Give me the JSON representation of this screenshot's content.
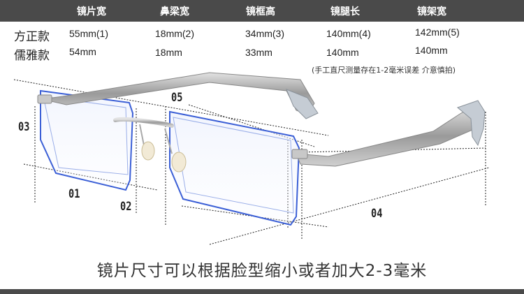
{
  "header": {
    "columns": [
      "镜片宽",
      "鼻梁宽",
      "镜框高",
      "镜腿长",
      "镜架宽"
    ]
  },
  "rows": [
    {
      "label": "方正款",
      "values": [
        "55mm(1)",
        "18mm(2)",
        "34mm(3)",
        "140mm(4)",
        "142mm(5)"
      ]
    },
    {
      "label": "儒雅款",
      "values": [
        "54mm",
        "18mm",
        "33mm",
        "140mm",
        "140mm"
      ]
    }
  ],
  "note": "(手工直尺测量存在1-2毫米误差 介意慎拍)",
  "dimension_labels": {
    "d01": "01",
    "d02": "02",
    "d03": "03",
    "d04": "04",
    "d05": "05"
  },
  "caption": "镜片尺寸可以根据脸型缩小或者加大2-3毫米",
  "colors": {
    "header_bg": "#4a4a4a",
    "lens_tint": "#3b5fd6",
    "frame_metal": "#b8b8b8"
  }
}
